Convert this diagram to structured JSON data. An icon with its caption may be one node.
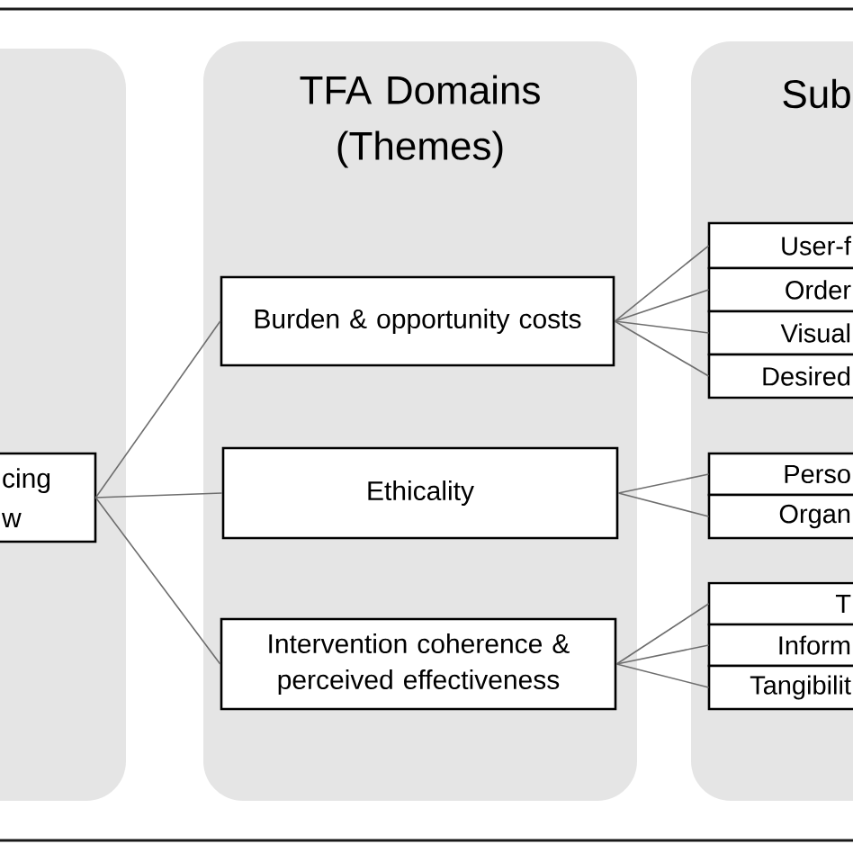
{
  "diagram": {
    "nodes": [
      {
        "text": [],
        "shape": "box"
      },
      {
        "text": [
          "cing w"
        ],
        "in": 0
      },
      {
        "text": [
          "TFA Domains (Themes)"
        ]
      },
      {
        "text": [
          "Burden & opportunity costs"
        ],
        "in": 2
      },
      {
        "text": [
          "Ethicality"
        ],
        "in": 2
      },
      {
        "text": [
          "Intervention coherence & perceived effectiveness"
        ],
        "in": 2
      },
      {
        "text": [
          "Sub"
        ]
      },
      {
        "text": [
          "User-f"
        ],
        "in": 6
      },
      {
        "text": [
          "Order"
        ],
        "in": 6
      },
      {
        "text": [
          "Visual"
        ],
        "in": 6
      },
      {
        "text": [
          "Desired"
        ],
        "in": 6
      },
      {
        "text": [
          "Perso"
        ],
        "in": 6
      },
      {
        "text": [
          "Organ"
        ],
        "in": 6
      },
      {
        "text": [
          "T"
        ],
        "in": 6
      },
      {
        "text": [
          "Inform"
        ],
        "in": 6
      },
      {
        "text": [
          "Tangibilit"
        ],
        "in": 6
      }
    ],
    "edges": [
      {
        "from": 1,
        "to": 3,
        "arrow": "none"
      },
      {
        "from": 1,
        "to": 4,
        "arrow": "none"
      },
      {
        "from": 1,
        "to": 5,
        "arrow": "none"
      },
      {
        "from": 3,
        "to": 7,
        "arrow": "none"
      },
      {
        "from": 3,
        "to": 8,
        "arrow": "none"
      },
      {
        "from": 3,
        "to": 9,
        "arrow": "none"
      },
      {
        "from": 3,
        "to": 10,
        "arrow": "none"
      },
      {
        "from": 4,
        "to": 11,
        "arrow": "none"
      },
      {
        "from": 4,
        "to": 12,
        "arrow": "none"
      },
      {
        "from": 5,
        "to": 13,
        "arrow": "none"
      },
      {
        "from": 5,
        "to": 14,
        "arrow": "none"
      },
      {
        "from": 5,
        "to": 15,
        "arrow": "none"
      }
    ]
  }
}
